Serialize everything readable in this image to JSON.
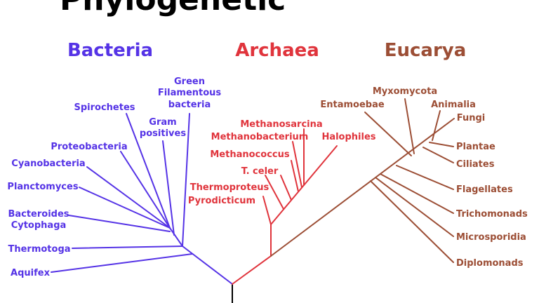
{
  "header": {
    "partial_title": "Phylogenetic"
  },
  "colors": {
    "bacteria": "#5533e6",
    "archaea": "#e0343c",
    "eucarya": "#9c4e35",
    "root": "#000000"
  },
  "domains": {
    "bacteria": "Bacteria",
    "archaea": "Archaea",
    "eucarya": "Eucarya"
  },
  "bacteria": {
    "green_line1": "Green",
    "green_line2": "Filamentous",
    "green_line3": "bacteria",
    "gram_line1": "Gram",
    "gram_line2": "positives",
    "spirochetes": "Spirochetes",
    "proteobacteria": "Proteobacteria",
    "cyanobacteria": "Cyanobacteria",
    "planctomyces": "Planctomyces",
    "bacteroides_line1": "Bacteroides",
    "bacteroides_line2": "Cytophaga",
    "thermotoga": "Thermotoga",
    "aquifex": "Aquifex"
  },
  "archaea": {
    "methanosarcina": "Methanosarcina",
    "methanobacterium": "Methanobacterium",
    "halophiles": "Halophiles",
    "methanococcus": "Methanococcus",
    "t_celer": "T. celer",
    "thermoproteus": "Thermoproteus",
    "pyrodicticum": "Pyrodicticum"
  },
  "eucarya": {
    "myxomycota": "Myxomycota",
    "entamoebae": "Entamoebae",
    "animalia": "Animalia",
    "fungi": "Fungi",
    "plantae": "Plantae",
    "ciliates": "Ciliates",
    "flagellates": "Flagellates",
    "trichomonads": "Trichomonads",
    "microsporidia": "Microsporidia",
    "diplomonads": "Diplomonads"
  }
}
